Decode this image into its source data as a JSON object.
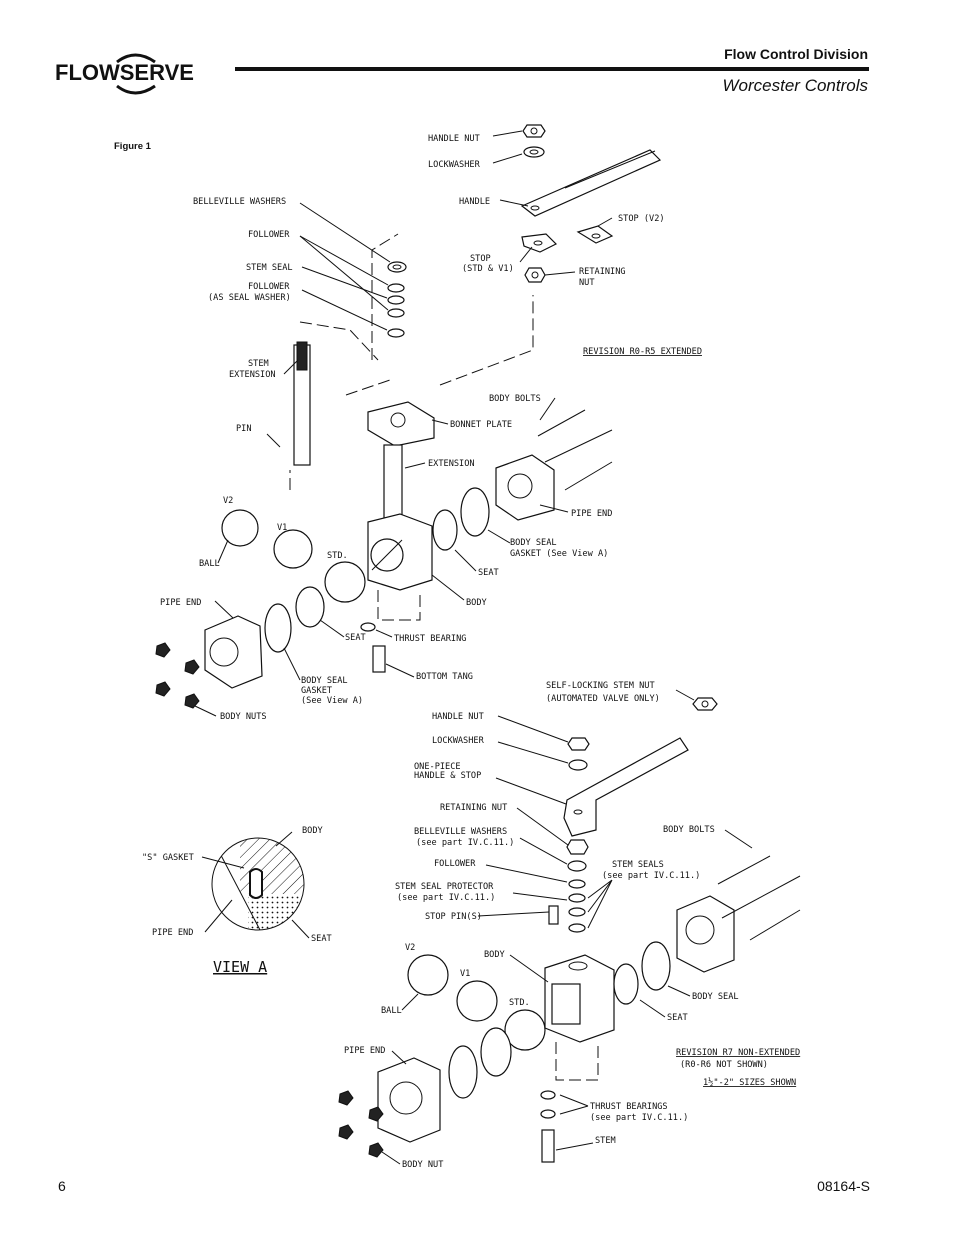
{
  "header": {
    "logo_text": "FLOWSERVE",
    "division": "Flow Control Division",
    "brand": "Worcester Controls"
  },
  "figure_label": "Figure 1",
  "diagram_top": {
    "labels": {
      "handle_nut": "HANDLE NUT",
      "lockwasher": "LOCKWASHER",
      "handle": "HANDLE",
      "belleville_washers": "BELLEVILLE WASHERS",
      "follower": "FOLLOWER",
      "stem_seal": "STEM SEAL",
      "follower_seal_1": "FOLLOWER",
      "follower_seal_2": "(AS SEAL WASHER)",
      "stop_v2": "STOP (V2)",
      "stop_std_1": "STOP",
      "stop_std_2": "(STD & V1)",
      "retaining_nut_1": "RETAINING",
      "retaining_nut_2": "NUT",
      "revision": "REVISION R0-R5 EXTENDED",
      "stem_ext_1": "STEM",
      "stem_ext_2": "EXTENSION",
      "pin": "PIN",
      "body_bolts": "BODY BOLTS",
      "bonnet_plate": "BONNET PLATE",
      "extension": "EXTENSION",
      "v2": "V2",
      "v1": "V1",
      "std": "STD.",
      "ball": "BALL",
      "pipe_end_right": "PIPE END",
      "body_seal_gasket_1": "BODY SEAL",
      "body_seal_gasket_2": "GASKET (See View A)",
      "seat_right": "SEAT",
      "body": "BODY",
      "pipe_end_left": "PIPE END",
      "seat_left": "SEAT",
      "thrust_bearing": "THRUST BEARING",
      "bottom_tang": "BOTTOM TANG",
      "body_seal_left_1": "BODY SEAL",
      "body_seal_left_2": "GASKET",
      "body_seal_left_3": "(See View A)",
      "body_nuts": "BODY NUTS"
    }
  },
  "view_a": {
    "title": "VIEW A",
    "labels": {
      "body": "BODY",
      "s_gasket": "\"S\" GASKET",
      "pipe_end": "PIPE END",
      "seat": "SEAT"
    }
  },
  "diagram_bottom": {
    "labels": {
      "self_locking_1": "SELF-LOCKING STEM NUT",
      "self_locking_2": "(AUTOMATED VALVE ONLY)",
      "handle_nut": "HANDLE NUT",
      "lockwasher": "LOCKWASHER",
      "one_piece_1": "ONE-PIECE",
      "one_piece_2": "HANDLE & STOP",
      "retaining_nut": "RETAINING NUT",
      "belleville_1": "BELLEVILLE WASHERS",
      "belleville_2": "(see part IV.C.11.)",
      "follower": "FOLLOWER",
      "stem_seal_protector_1": "STEM SEAL PROTECTOR",
      "stem_seal_protector_2": "(see part IV.C.11.)",
      "stop_pins": "STOP PIN(S)",
      "stem_seals_1": "STEM SEALS",
      "stem_seals_2": "(see part IV.C.11.)",
      "body_bolts": "BODY BOLTS",
      "body": "BODY",
      "v2": "V2",
      "v1": "V1",
      "std": "STD.",
      "ball": "BALL",
      "body_seal": "BODY SEAL",
      "seat": "SEAT",
      "pipe_end": "PIPE END",
      "revision_1": "REVISION R7 NON-EXTENDED",
      "revision_2": "(R0-R6 NOT SHOWN)",
      "revision_3": "1½\"-2\" SIZES SHOWN",
      "thrust_1": "THRUST BEARINGS",
      "thrust_2": "(see part IV.C.11.)",
      "stem": "STEM",
      "body_nut": "BODY NUT"
    }
  },
  "footer": {
    "page_number": "6",
    "doc_number": "08164-S"
  }
}
